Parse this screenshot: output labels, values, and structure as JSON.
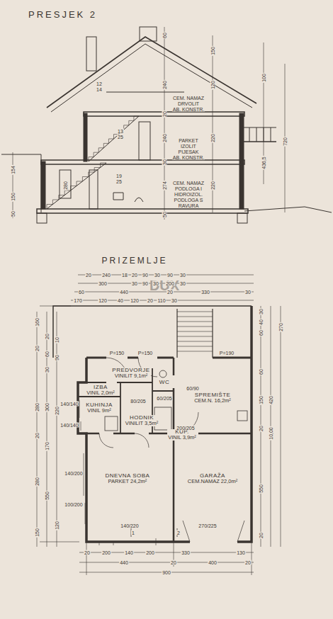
{
  "diagram": {
    "title": "PRESJEK 2",
    "nodes": [
      {
        "text": [
          "PREDVORJE",
          "VINILIT 9,1m²"
        ]
      },
      {
        "text": [
          "IZBA",
          "VINIL 2,0m²"
        ]
      },
      {
        "text": [
          "KUHINJA",
          "VINIL 9m²"
        ]
      },
      {
        "text": [
          "WC"
        ]
      },
      {
        "text": [
          "KUP.",
          "VINIL 3,9m²"
        ]
      },
      {
        "text": [
          "HODNIK",
          "VINILIT 3,5m²"
        ]
      },
      {
        "text": [
          "SPREMIŠTE",
          "CEM.N. 16,2m²"
        ]
      },
      {
        "text": [
          "DNEVNA SOBA",
          "PARKET 24,2m²"
        ]
      },
      {
        "text": [
          "GARAŽA",
          "CEM.NAMAZ 22,0m²"
        ]
      }
    ],
    "edges": [],
    "labels": [
      "PRIZEMLJE",
      "DUX",
      "CEM. NAMAZ",
      "DRVOLIT",
      "AB. KONSTR.",
      "PARKET",
      "IZOLIT",
      "PIJESAK",
      "AB. KONSTR.",
      "CEM. NAMAZ",
      "PODLOGA I",
      "HIDROIZOL.",
      "PODLOGA S",
      "RAVURA",
      "12",
      "14",
      "13",
      "25",
      "19",
      "25",
      "60",
      "240",
      "20",
      "240",
      "30",
      "274",
      "50",
      "150",
      "120",
      "220",
      "220",
      "720",
      "154",
      "150",
      "280",
      "50",
      "100",
      "436,5",
      "20",
      "240",
      "18",
      "20",
      "90",
      "30",
      "90",
      "30",
      "300",
      "30",
      "90",
      "30",
      "200",
      "30",
      "60",
      "440",
      "20",
      "330",
      "30",
      "170",
      "120",
      "40",
      "120",
      "20",
      "110",
      "30",
      "P=150",
      "P=150",
      "P=190",
      "80/205",
      "60/205",
      "60/90",
      "200/205",
      "140/140",
      "140/140",
      "140/200",
      "100/200",
      "140/220",
      "270/225",
      "1",
      "2",
      "160",
      "20",
      "280",
      "20",
      "280",
      "150",
      "20",
      "60",
      "30",
      "300",
      "170",
      "550",
      "10",
      "90",
      "220",
      "120",
      "30",
      "40",
      "60",
      "60",
      "150",
      "20",
      "550",
      "20",
      "420",
      "10,00",
      "270",
      "20",
      "200",
      "140",
      "200",
      "330",
      "130",
      "440",
      "20",
      "400",
      "20",
      "900"
    ]
  }
}
